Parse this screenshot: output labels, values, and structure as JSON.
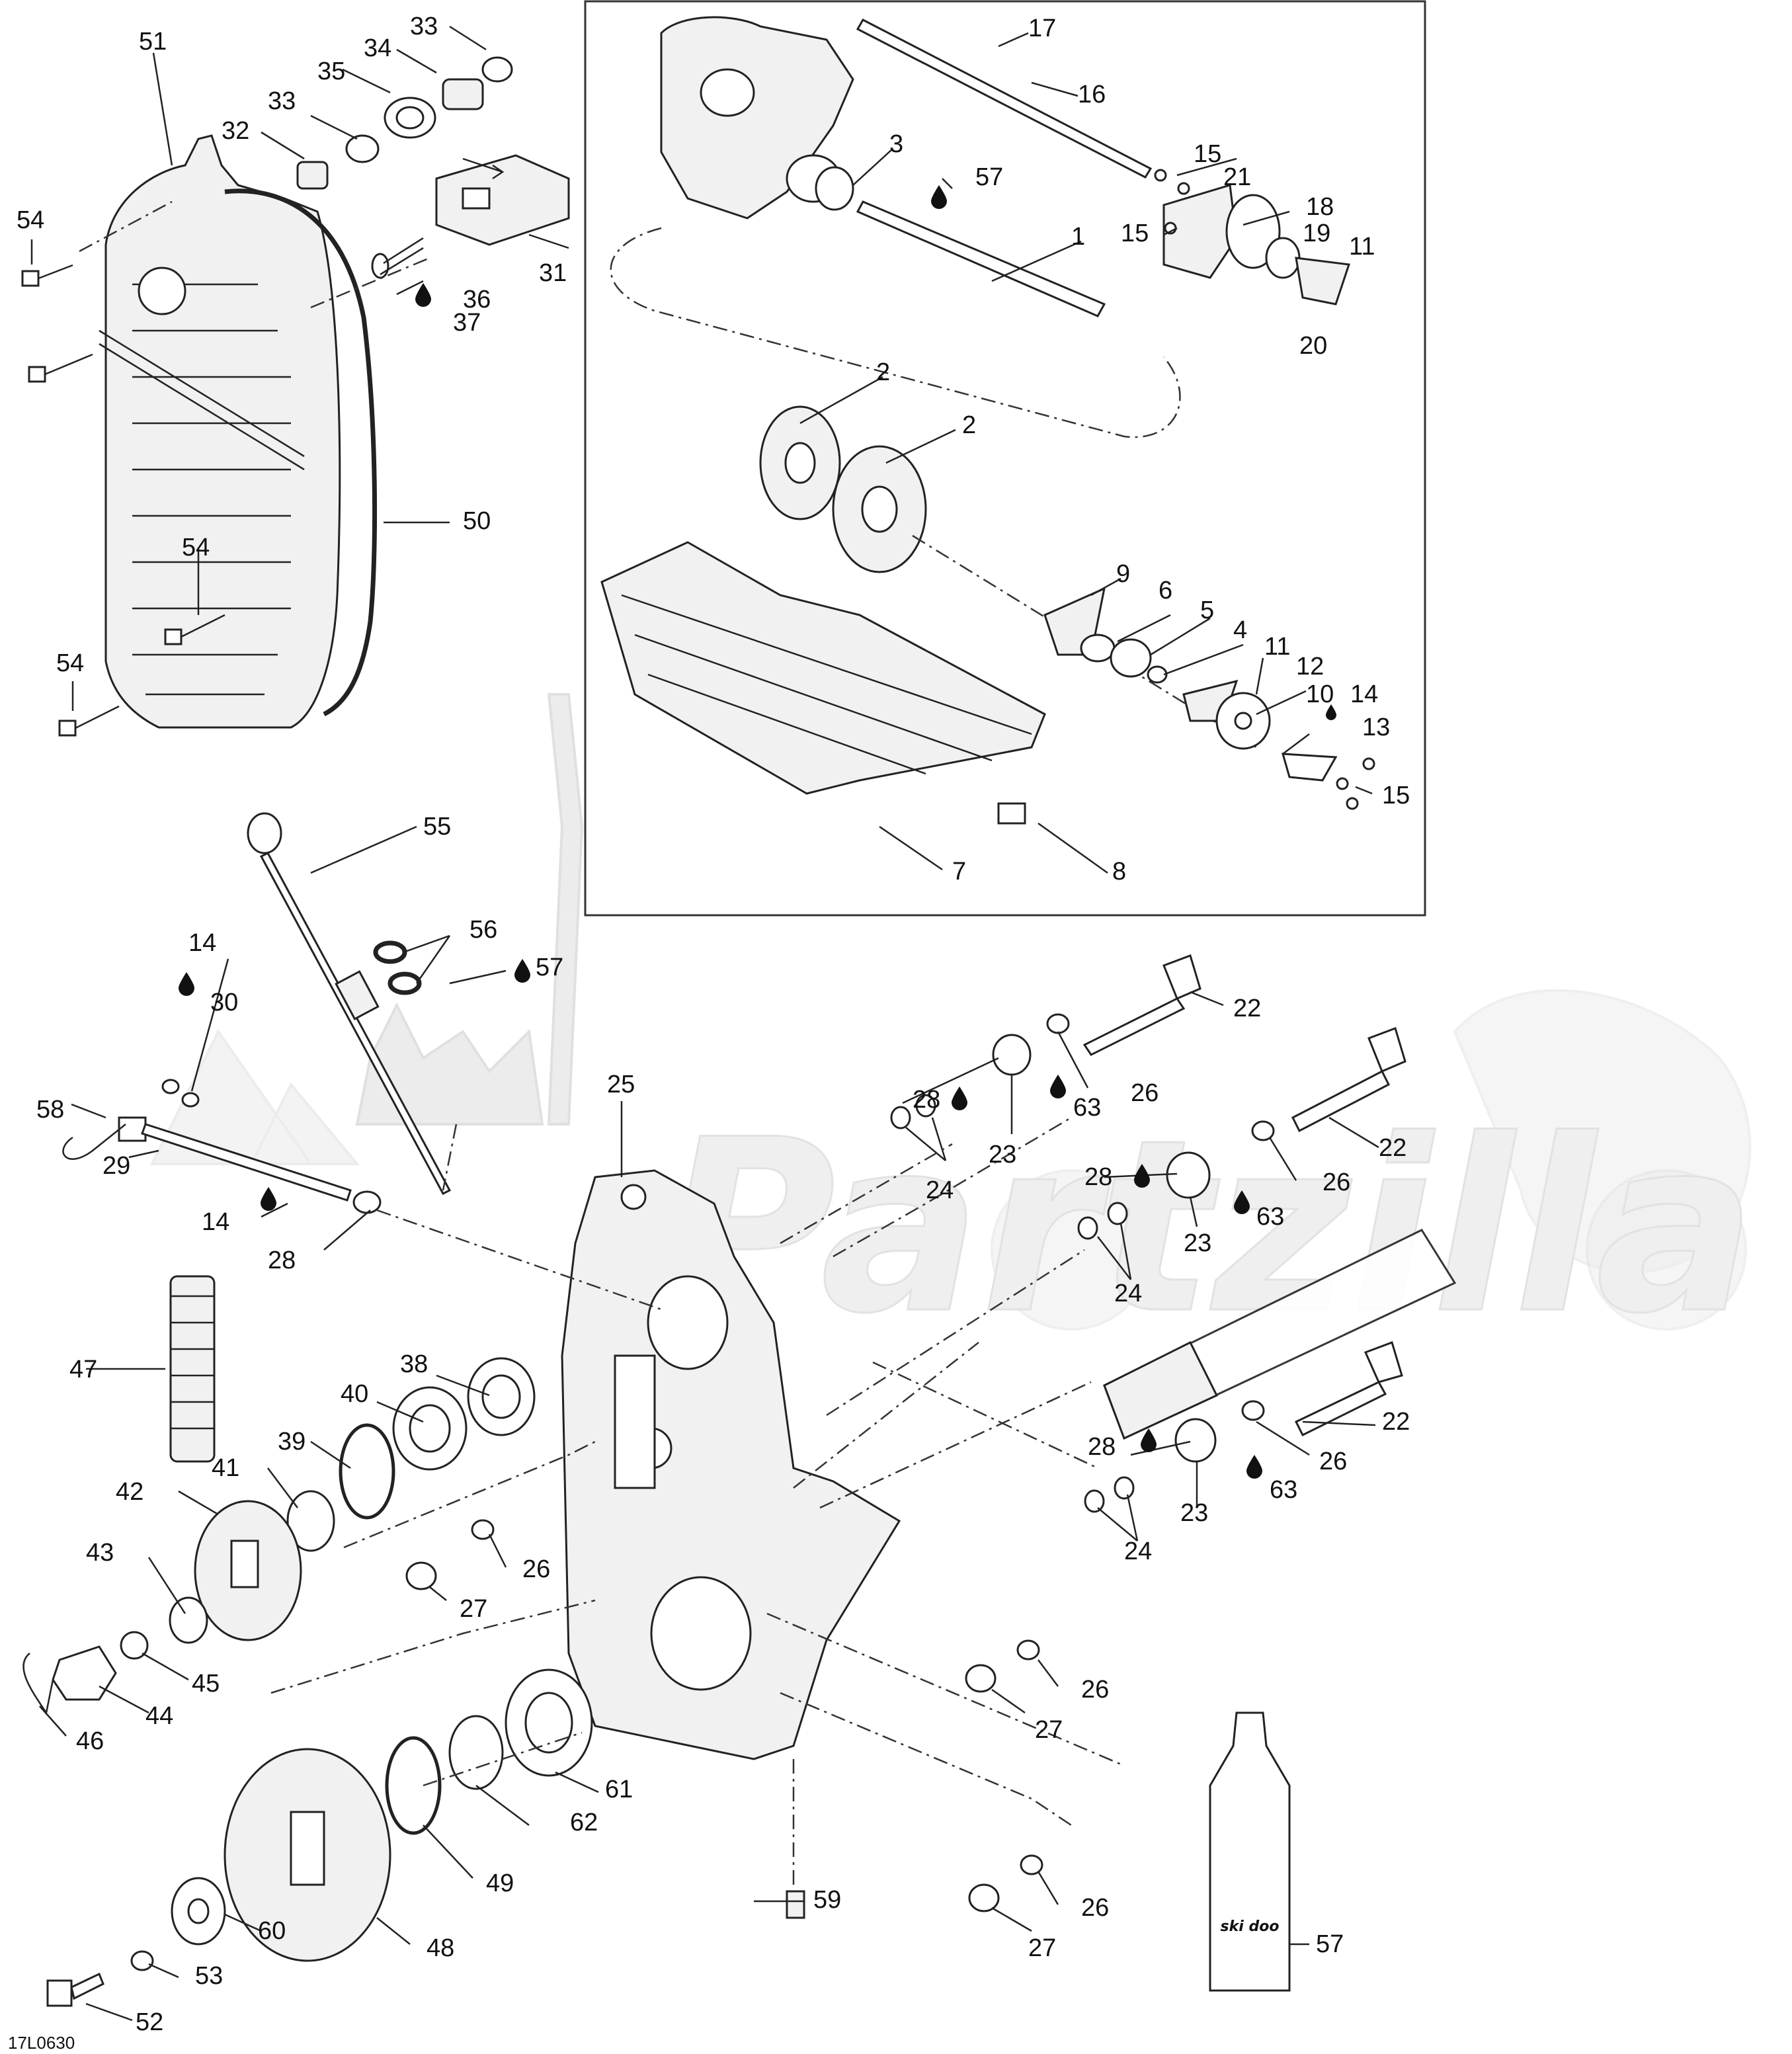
{
  "diagram": {
    "document_code": "17L0630",
    "watermark_text": "Partzilla",
    "callouts": [
      "51",
      "33",
      "34",
      "35",
      "33",
      "32",
      "54",
      "31",
      "36",
      "37",
      "54",
      "50",
      "54",
      "54",
      "17",
      "16",
      "3",
      "57",
      "15",
      "21",
      "15",
      "18",
      "19",
      "11",
      "1",
      "20",
      "2",
      "2",
      "9",
      "6",
      "5",
      "4",
      "11",
      "12",
      "10",
      "14",
      "13",
      "15",
      "7",
      "8",
      "55",
      "56",
      "57",
      "14",
      "30",
      "58",
      "29",
      "14",
      "28",
      "25",
      "22",
      "28",
      "26",
      "63",
      "24",
      "23",
      "22",
      "28",
      "26",
      "63",
      "23",
      "24",
      "47",
      "38",
      "40",
      "39",
      "41",
      "42",
      "26",
      "27",
      "43",
      "45",
      "44",
      "46",
      "22",
      "28",
      "26",
      "63",
      "23",
      "24",
      "61",
      "62",
      "60",
      "48",
      "49",
      "59",
      "53",
      "52",
      "26",
      "27",
      "26",
      "27",
      "57"
    ],
    "bottle_label": "ski doo"
  }
}
